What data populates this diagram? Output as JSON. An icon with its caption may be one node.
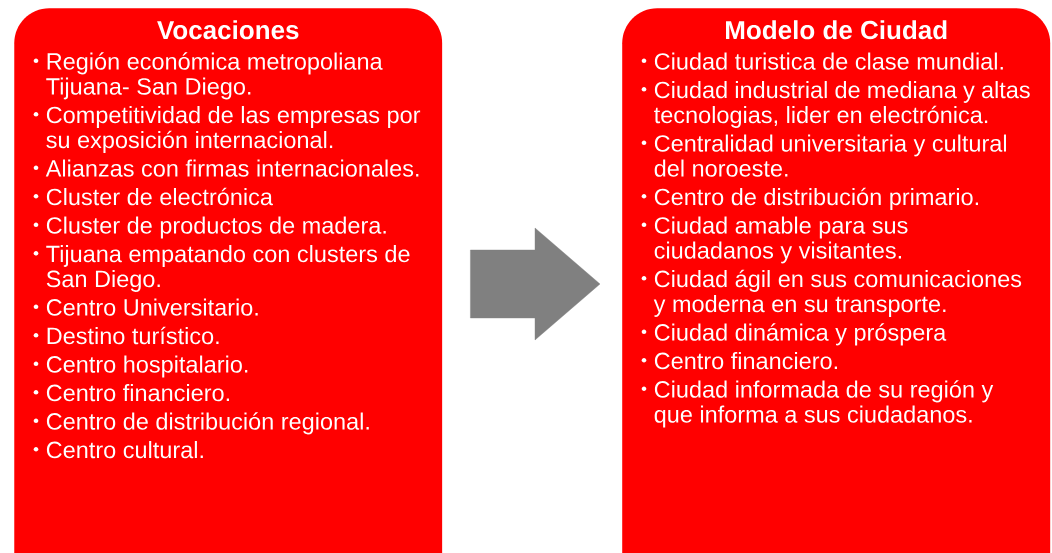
{
  "diagram": {
    "nodes": [
      {
        "text": [
          "Vocaciones",
          "Región económica metropoliana Tijuana- San Diego.",
          "Competitividad de las empresas por su exposición internacional.",
          "Alianzas con firmas internacionales.",
          "Cluster de electrónica",
          "Cluster de productos de madera.",
          "Tijuana empatando con clusters de San Diego.",
          "Centro Universitario.",
          "Destino turístico.",
          "Centro hospitalario.",
          "Centro financiero.",
          "Centro de distribución regional.",
          "Centro cultural."
        ]
      },
      {
        "text": [
          "Modelo de Ciudad",
          "Ciudad turistica de clase mundial.",
          "Ciudad industrial de mediana y altas tecnologias, lider en electrónica.",
          "Centralidad universitaria y cultural del noroeste.",
          "Centro de distribución primario.",
          "Ciudad amable para sus ciudadanos y visitantes.",
          "Ciudad ágil en sus comunicaciones y moderna en su transporte.",
          "Ciudad dinámica y próspera",
          "Centro financiero.",
          "Ciudad informada de su región y que informa a sus ciudadanos."
        ]
      }
    ],
    "edges": [
      {
        "from": 0,
        "to": 1,
        "arrow": "to"
      }
    ]
  }
}
